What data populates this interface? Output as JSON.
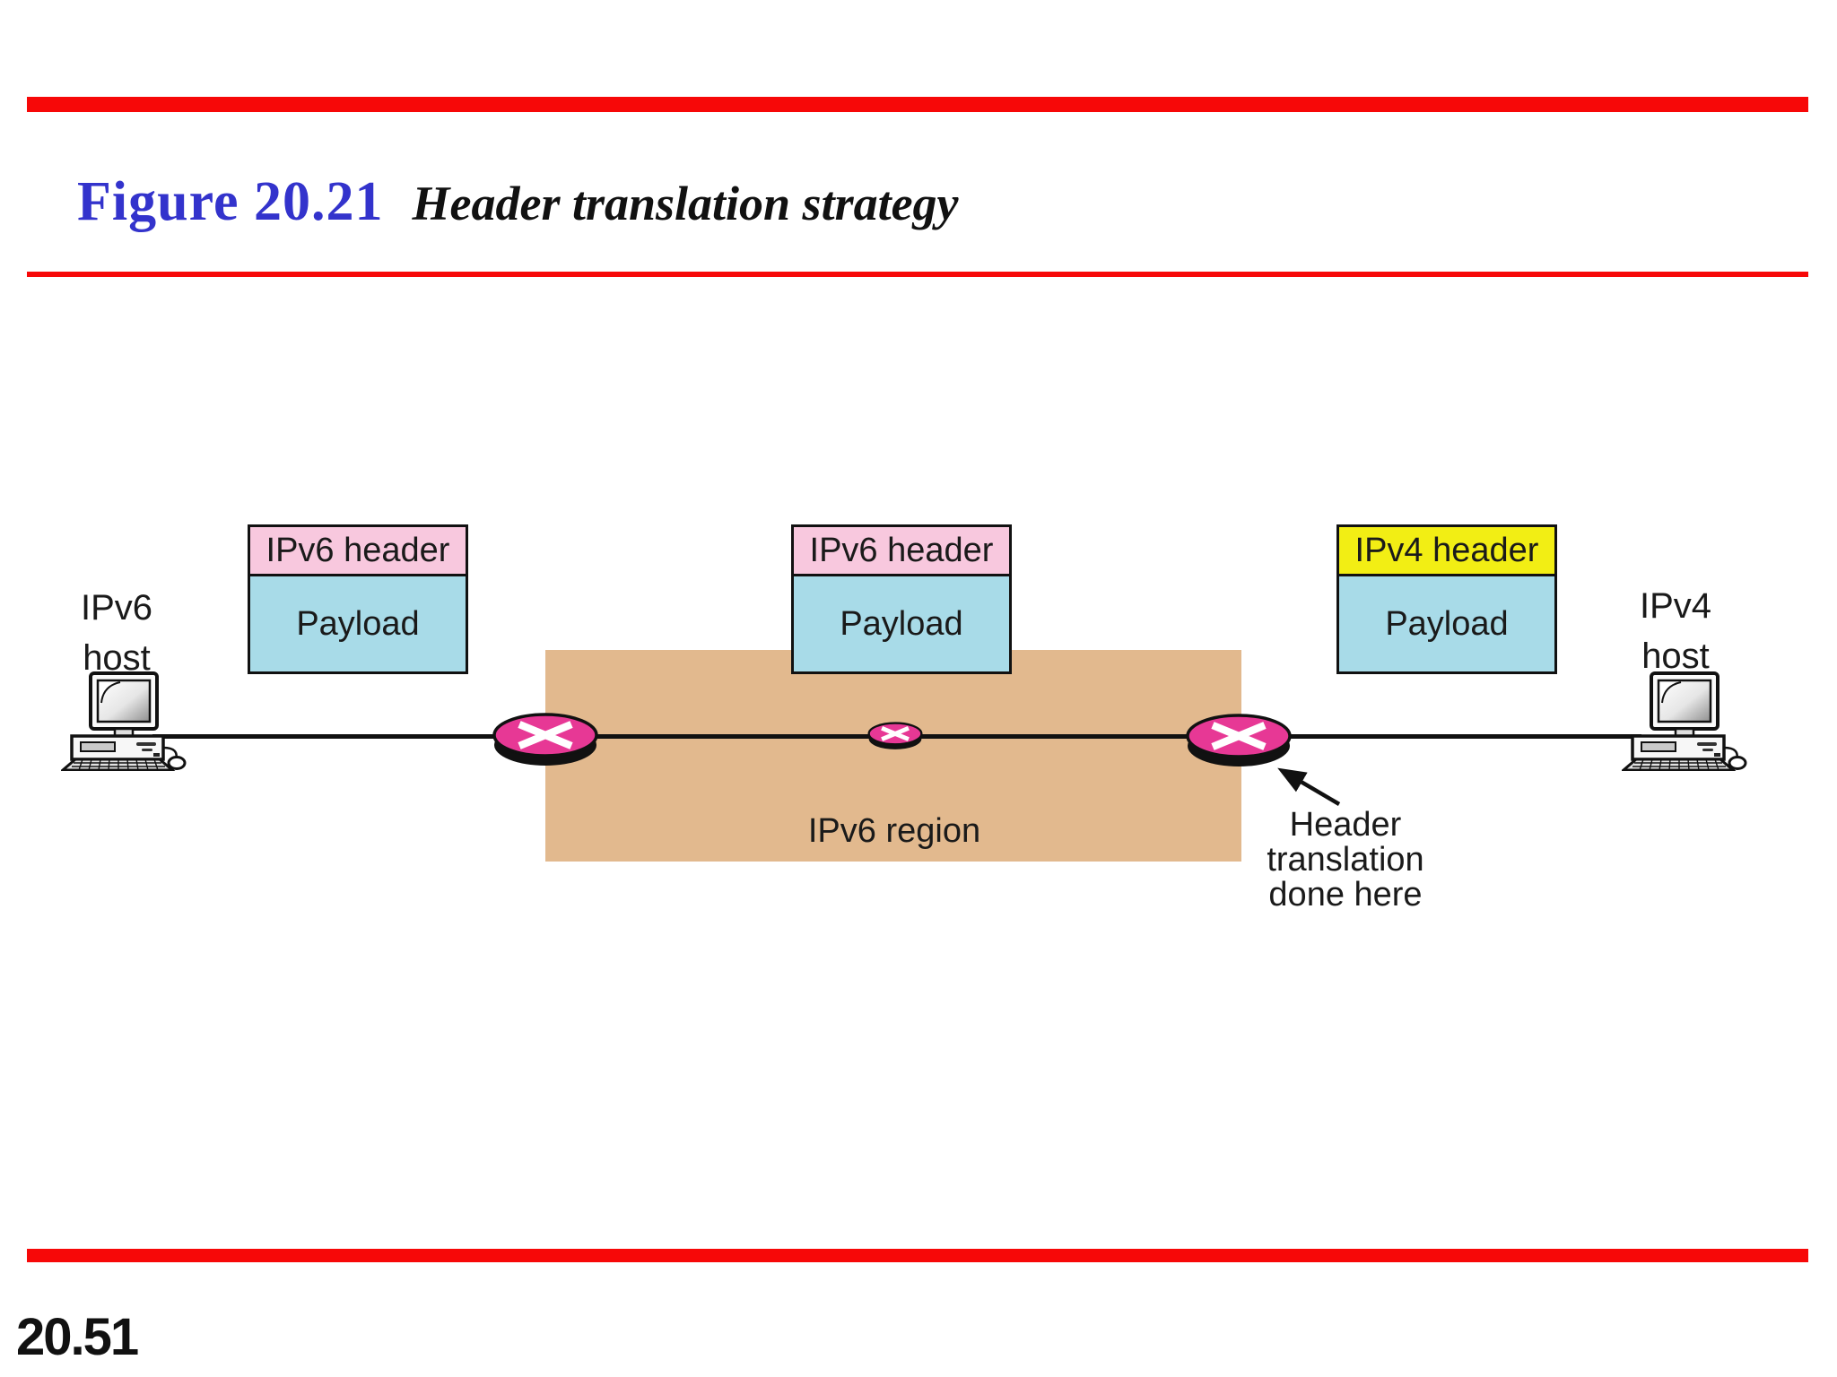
{
  "colors": {
    "accent_red": "#f70808",
    "title_blue": "#3333cc",
    "region_tan": "#e2b98e",
    "packet_pink": "#f8c8de",
    "packet_yellow": "#f2ee14",
    "payload_blue": "#a8dbe8",
    "router_pink": "#e73895",
    "ink": "#111111"
  },
  "header": {
    "figure_label": "Figure 20.21",
    "figure_title": "Header translation strategy"
  },
  "footer": {
    "page_number": "20.51"
  },
  "diagram": {
    "left_host_label": {
      "line1": "IPv6",
      "line2": "host"
    },
    "right_host_label": {
      "line1": "IPv4",
      "line2": "host"
    },
    "region_label": "IPv6 region",
    "packets": [
      {
        "header": "IPv6 header",
        "payload": "Payload",
        "header_color": "#f8c8de"
      },
      {
        "header": "IPv6 header",
        "payload": "Payload",
        "header_color": "#f8c8de"
      },
      {
        "header": "IPv4 header",
        "payload": "Payload",
        "header_color": "#f2ee14"
      }
    ],
    "annotation": {
      "line1": "Header",
      "line2": "translation",
      "line3": "done here"
    },
    "icons": {
      "hosts": "computer-icon",
      "routers": "router-x-icon",
      "annotation_pointer": "arrow-icon"
    }
  }
}
